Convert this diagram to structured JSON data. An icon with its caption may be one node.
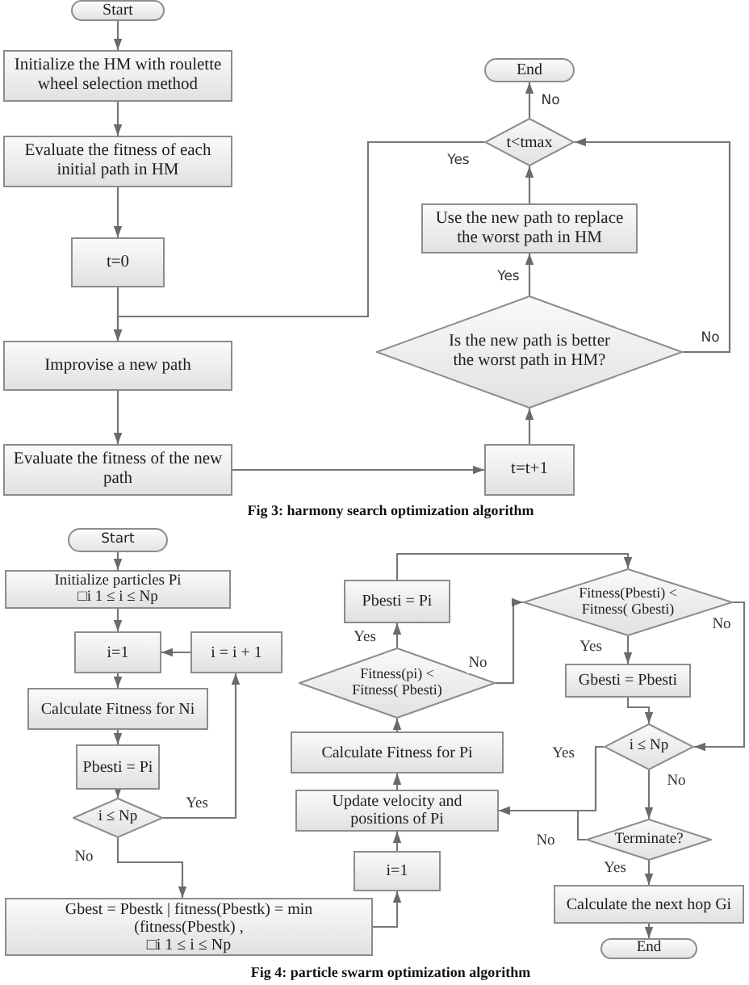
{
  "diagram": {
    "caption": "Fig 4: particle swarm optimization algorithm",
    "nodes": [
      {
        "text": [
          "Start"
        ]
      },
      {
        "text": [
          "Initialize the HM with roulette wheel selection method"
        ]
      },
      {
        "text": [
          "Evaluate the fitness of each initial path in HM"
        ]
      },
      {
        "text": [
          "t=0"
        ]
      },
      {
        "text": [
          "Improvise a new path"
        ]
      },
      {
        "text": [
          "Evaluate the fitness of the new path"
        ]
      },
      {
        "text": [
          "t=t+1"
        ]
      },
      {
        "text": [
          "Is the new path is better the worst path in HM?"
        ]
      },
      {
        "text": [
          "Use the new path to replace the worst path in HM"
        ]
      },
      {
        "text": [
          "t<tmax"
        ]
      },
      {
        "text": [
          "End"
        ]
      },
      {
        "text": [
          "Start"
        ]
      },
      {
        "text": [
          "Initialize particles Pi □i 1 ≤ i ≤ Np"
        ]
      },
      {
        "text": [
          "i=1"
        ]
      },
      {
        "text": [
          "i = i + 1"
        ]
      },
      {
        "text": [
          "Calculate Fitness for Ni"
        ]
      },
      {
        "text": [
          "Pbesti = Pi"
        ]
      },
      {
        "text": [
          "i ≤ Np"
        ]
      },
      {
        "text": [
          "Gbest = Pbestk | fitness(Pbestk) = min (fitness(Pbestk) , □i 1 ≤ i ≤ Np"
        ]
      },
      {
        "text": [
          "i=1"
        ]
      },
      {
        "text": [
          "Update velocity and positions of Pi"
        ]
      },
      {
        "text": [
          "Calculate Fitness for Pi"
        ]
      },
      {
        "text": [
          "Fitness(pi) < Fitness( Pbesti)"
        ]
      },
      {
        "text": [
          "Pbesti = Pi"
        ]
      },
      {
        "text": [
          "Fitness(Pbesti) < Fitness( Gbesti)"
        ]
      },
      {
        "text": [
          "Gbesti = Pbesti"
        ]
      },
      {
        "text": [
          "i ≤ Np"
        ]
      },
      {
        "text": [
          "Terminate?"
        ]
      },
      {
        "text": [
          "Calculate the next hop Gi"
        ]
      },
      {
        "text": [
          "End"
        ]
      }
    ],
    "edges": [
      {
        "from": 0,
        "to": 1,
        "arrow": "to"
      },
      {
        "from": 1,
        "to": 2,
        "arrow": "to"
      },
      {
        "from": 2,
        "to": 3,
        "arrow": "to"
      },
      {
        "from": 3,
        "to": 4,
        "arrow": "to"
      },
      {
        "from": 4,
        "to": 5,
        "arrow": "to"
      },
      {
        "from": 5,
        "to": 6,
        "arrow": "to"
      },
      {
        "from": 6,
        "to": 7,
        "arrow": "to"
      },
      {
        "from": 7,
        "to": 8,
        "arrow": "to",
        "label": "Yes"
      },
      {
        "from": 8,
        "to": 9,
        "arrow": "to"
      },
      {
        "from": 9,
        "to": 10,
        "arrow": "to",
        "label": "No"
      },
      {
        "from": 9,
        "to": 4,
        "arrow": "to",
        "label": "Yes"
      },
      {
        "from": 7,
        "to": 9,
        "arrow": "to",
        "label": "No"
      },
      {
        "from": 11,
        "to": 12,
        "arrow": "to"
      },
      {
        "from": 12,
        "to": 13,
        "arrow": "to"
      },
      {
        "from": 13,
        "to": 15,
        "arrow": "to"
      },
      {
        "from": 15,
        "to": 16,
        "arrow": "to"
      },
      {
        "from": 16,
        "to": 17,
        "arrow": "to"
      },
      {
        "from": 17,
        "to": 14,
        "arrow": "to",
        "label": "Yes"
      },
      {
        "from": 14,
        "to": 13,
        "arrow": "to"
      },
      {
        "from": 17,
        "to": 18,
        "arrow": "to",
        "label": "No"
      },
      {
        "from": 18,
        "to": 19,
        "arrow": "to"
      },
      {
        "from": 19,
        "to": 20,
        "arrow": "to"
      },
      {
        "from": 20,
        "to": 21,
        "arrow": "to"
      },
      {
        "from": 21,
        "to": 22,
        "arrow": "to"
      },
      {
        "from": 22,
        "to": 23,
        "arrow": "to",
        "label": "Yes"
      },
      {
        "from": 23,
        "to": 24,
        "arrow": "to"
      },
      {
        "from": 22,
        "to": 24,
        "arrow": "to",
        "label": "No"
      },
      {
        "from": 24,
        "to": 25,
        "arrow": "to",
        "label": "Yes"
      },
      {
        "from": 24,
        "to": 26,
        "arrow": "to",
        "label": "No"
      },
      {
        "from": 25,
        "to": 26,
        "arrow": "to"
      },
      {
        "from": 26,
        "to": 27,
        "arrow": "to",
        "label": "No"
      },
      {
        "from": 26,
        "to": 20,
        "arrow": "to",
        "label": "Yes"
      },
      {
        "from": 27,
        "to": 20,
        "arrow": "to",
        "label": "No"
      },
      {
        "from": 27,
        "to": 28,
        "arrow": "to",
        "label": "Yes"
      },
      {
        "from": 28,
        "to": 29,
        "arrow": "to"
      }
    ],
    "labels": [
      "Fig 3: harmony search optimization algorithm"
    ]
  }
}
